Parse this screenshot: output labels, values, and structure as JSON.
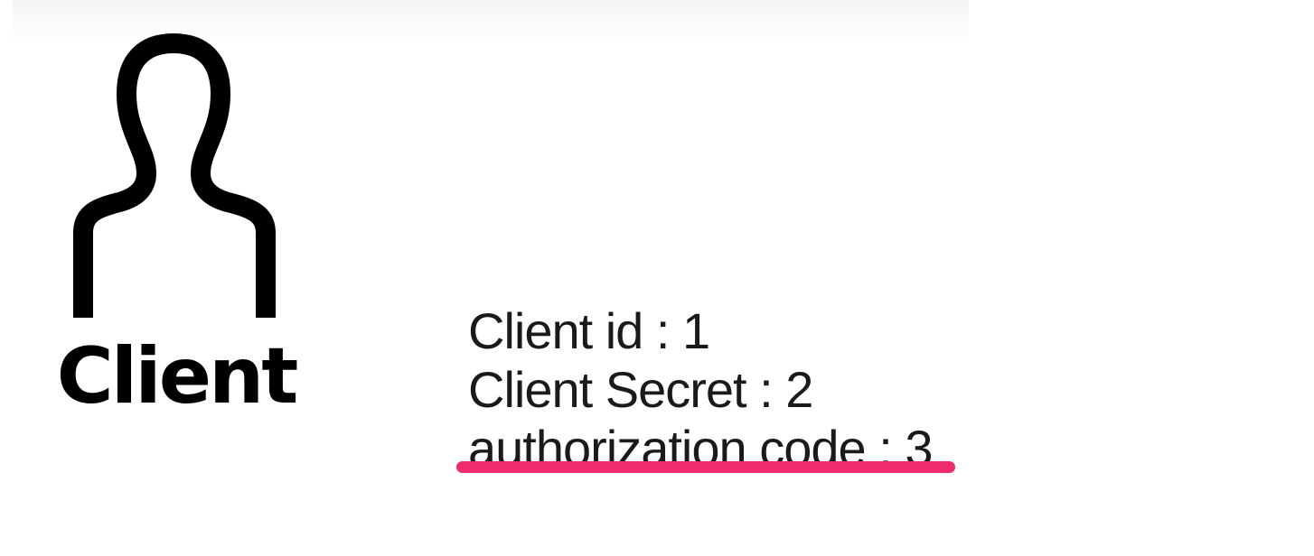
{
  "client": {
    "label": "Client",
    "icon": "person-outline-icon"
  },
  "credentials": {
    "client_id": "Client id : 1",
    "client_secret": "Client Secret : 2",
    "authorization_code": "authorization code : 3"
  },
  "colors": {
    "text": "#1a1a1a",
    "icon": "#000000",
    "highlight": "#ee2b6c"
  }
}
